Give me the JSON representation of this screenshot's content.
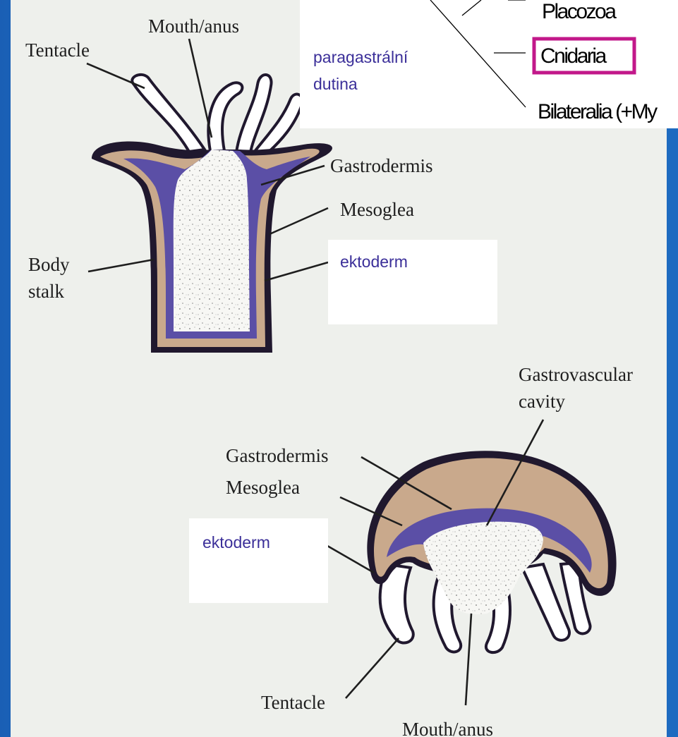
{
  "colors": {
    "slide_bg": "#1f63b8",
    "panel_bg": "#eef0ec",
    "mesoglea": "#c9a98c",
    "gastrodermis": "#5b4fa6",
    "body_outline": "#20182e",
    "highlight_box": "#c2188a",
    "overlay_text": "#3b2f99"
  },
  "polyp": {
    "labels": {
      "mouth_anus": "Mouth/anus",
      "tentacle": "Tentacle",
      "gastrodermis": "Gastrodermis",
      "mesoglea": "Mesoglea",
      "body_stalk_1": "Body",
      "body_stalk_2": "stalk"
    },
    "overlay": {
      "paragastral_1": "paragastrální",
      "paragastral_2": "dutina",
      "ektoderm": "ektoderm"
    }
  },
  "medusa": {
    "labels": {
      "gastrovascular_1": "Gastrovascular",
      "gastrovascular_2": "cavity",
      "gastrodermis": "Gastrodermis",
      "mesoglea": "Mesoglea",
      "tentacle": "Tentacle",
      "mouth_anus": "Mouth/anus"
    },
    "overlay": {
      "ektoderm": "ektoderm"
    }
  },
  "tree": {
    "taxa": [
      "Placozoa",
      "Cnidaria",
      "Bilateralia (+My"
    ],
    "highlighted": "Cnidaria"
  }
}
